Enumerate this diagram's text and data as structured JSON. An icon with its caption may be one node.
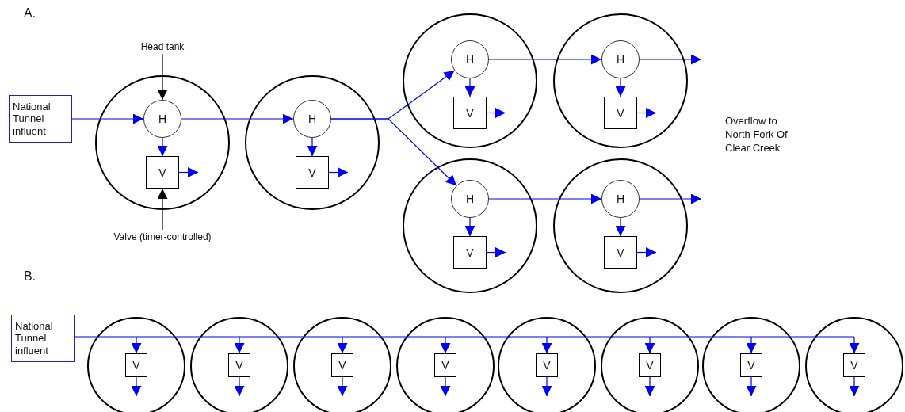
{
  "diagram": {
    "nodes": [
      {
        "text": [
          "National Tunnel influent"
        ]
      },
      {
        "text": [],
        "shape": "circle"
      },
      {
        "text": [
          "H"
        ],
        "in": 1
      },
      {
        "text": [
          "V"
        ],
        "in": 1
      },
      {
        "text": [],
        "shape": "circle"
      },
      {
        "text": [
          "H"
        ],
        "in": 4
      },
      {
        "text": [
          "V"
        ],
        "in": 4
      },
      {
        "text": [],
        "shape": "circle"
      },
      {
        "text": [
          "H"
        ],
        "in": 7
      },
      {
        "text": [
          "V"
        ],
        "in": 7
      },
      {
        "text": [],
        "shape": "circle"
      },
      {
        "text": [
          "H"
        ],
        "in": 10
      },
      {
        "text": [
          "V"
        ],
        "in": 10
      },
      {
        "text": [],
        "shape": "circle"
      },
      {
        "text": [
          "H"
        ],
        "in": 13
      },
      {
        "text": [
          "V"
        ],
        "in": 13
      },
      {
        "text": [],
        "shape": "circle"
      },
      {
        "text": [
          "H"
        ],
        "in": 16
      },
      {
        "text": [
          "V"
        ],
        "in": 16
      },
      {
        "text": [
          "Head tank"
        ]
      },
      {
        "text": [
          "Valve (timer-controlled)"
        ]
      },
      {
        "text": [
          "National Tunnel influent"
        ]
      },
      {
        "text": [],
        "shape": "circle"
      },
      {
        "text": [
          "V"
        ],
        "in": 22
      },
      {
        "text": [],
        "shape": "circle"
      },
      {
        "text": [
          "V"
        ],
        "in": 24
      },
      {
        "text": [],
        "shape": "circle"
      },
      {
        "text": [
          "V"
        ],
        "in": 26
      },
      {
        "text": [],
        "shape": "circle"
      },
      {
        "text": [
          "V"
        ],
        "in": 28
      },
      {
        "text": [],
        "shape": "circle"
      },
      {
        "text": [
          "V"
        ],
        "in": 30
      },
      {
        "text": [],
        "shape": "circle"
      },
      {
        "text": [
          "V"
        ],
        "in": 32
      },
      {
        "text": [],
        "shape": "circle"
      },
      {
        "text": [
          "V"
        ],
        "in": 34
      },
      {
        "text": [],
        "shape": "circle"
      },
      {
        "text": [
          "V"
        ],
        "in": 36
      }
    ],
    "edges": [
      {
        "from": 0,
        "to": 2,
        "arrow": "to"
      },
      {
        "from": 19,
        "to": 2,
        "arrow": "to",
        "color": "#000000"
      },
      {
        "from": 20,
        "to": 3,
        "arrow": "to",
        "color": "#000000"
      },
      {
        "from": 2,
        "to": 3,
        "arrow": "to"
      },
      {
        "from": 3,
        "to": null,
        "arrow": "to"
      },
      {
        "from": 2,
        "to": 5,
        "arrow": "to"
      },
      {
        "from": 5,
        "to": 6,
        "arrow": "to"
      },
      {
        "from": 6,
        "to": null,
        "arrow": "to"
      },
      {
        "from": 5,
        "to": 8,
        "arrow": "to"
      },
      {
        "from": 5,
        "to": 14,
        "arrow": "to"
      },
      {
        "from": 8,
        "to": 9,
        "arrow": "to"
      },
      {
        "from": 9,
        "to": null,
        "arrow": "to"
      },
      {
        "from": 8,
        "to": 11,
        "arrow": "to"
      },
      {
        "from": 11,
        "to": 12,
        "arrow": "to"
      },
      {
        "from": 12,
        "to": null,
        "arrow": "to"
      },
      {
        "from": 11,
        "to": null,
        "arrow": "to"
      },
      {
        "from": 14,
        "to": 15,
        "arrow": "to"
      },
      {
        "from": 15,
        "to": null,
        "arrow": "to"
      },
      {
        "from": 14,
        "to": 17,
        "arrow": "to"
      },
      {
        "from": 17,
        "to": 18,
        "arrow": "to"
      },
      {
        "from": 18,
        "to": null,
        "arrow": "to"
      },
      {
        "from": 17,
        "to": null,
        "arrow": "to"
      },
      {
        "from": 21,
        "to": 23,
        "arrow": "to"
      },
      {
        "from": 23,
        "to": null,
        "arrow": "to"
      },
      {
        "from": 21,
        "to": 25,
        "arrow": "to"
      },
      {
        "from": 25,
        "to": null,
        "arrow": "to"
      },
      {
        "from": 21,
        "to": 27,
        "arrow": "to"
      },
      {
        "from": 27,
        "to": null,
        "arrow": "to"
      },
      {
        "from": 21,
        "to": 29,
        "arrow": "to"
      },
      {
        "from": 29,
        "to": null,
        "arrow": "to"
      },
      {
        "from": 21,
        "to": 31,
        "arrow": "to"
      },
      {
        "from": 31,
        "to": null,
        "arrow": "to"
      },
      {
        "from": 21,
        "to": 33,
        "arrow": "to"
      },
      {
        "from": 33,
        "to": null,
        "arrow": "to"
      },
      {
        "from": 21,
        "to": 35,
        "arrow": "to"
      },
      {
        "from": 35,
        "to": null,
        "arrow": "to"
      },
      {
        "from": 21,
        "to": 37,
        "arrow": "to"
      },
      {
        "from": 37,
        "to": null,
        "arrow": "to"
      }
    ],
    "labels": [
      "A.",
      "Overflow to North Fork Of Clear Creek",
      "B."
    ]
  }
}
